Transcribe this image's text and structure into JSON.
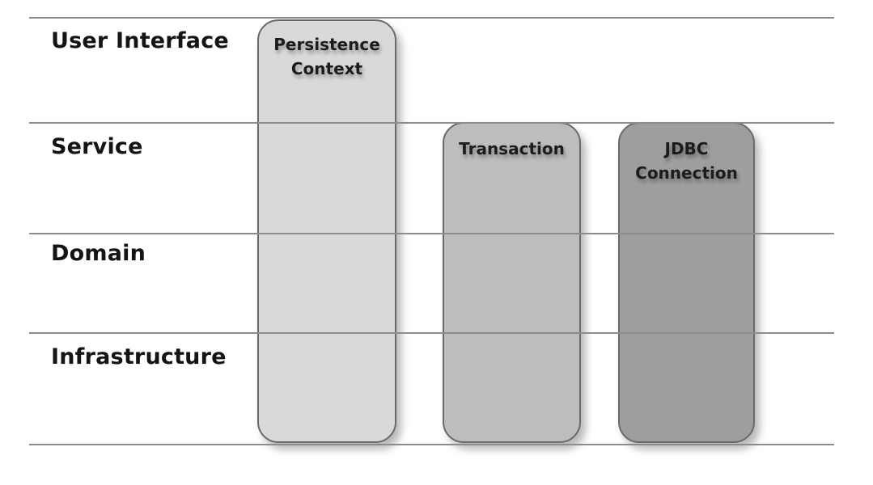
{
  "layers": [
    {
      "label": "User Interface"
    },
    {
      "label": "Service"
    },
    {
      "label": "Domain"
    },
    {
      "label": "Infrastructure"
    }
  ],
  "scopes": [
    {
      "title": "Persistence\nContext",
      "color": "#d9d9d9"
    },
    {
      "title": "Transaction",
      "color": "#bdbdbd"
    },
    {
      "title": "JDBC\nConnection",
      "color": "#9e9e9e"
    }
  ],
  "colors": {
    "line": "#8c8c8c",
    "text": "#141414"
  }
}
